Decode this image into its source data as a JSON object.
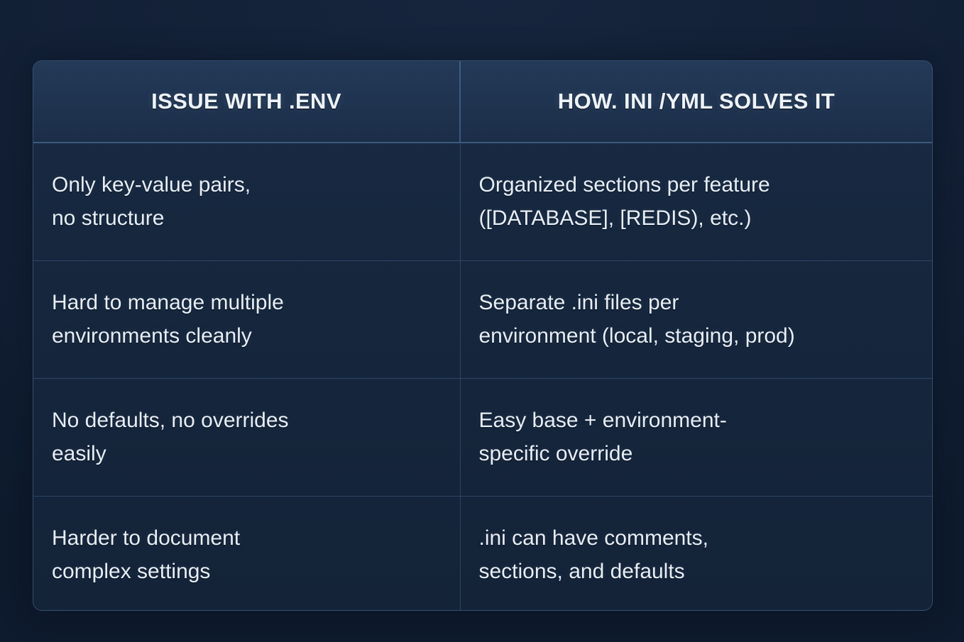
{
  "theme": {
    "page_background": "#121f35",
    "table_background": "#16273e",
    "header_background": "#223755",
    "border_color": "#4a6e9a",
    "text_color": "#e7eef6",
    "header_text_color": "#eef3f9"
  },
  "table": {
    "headers": [
      "ISSUE WITH .ENV",
      "HOW. INI /YML SOLVES IT"
    ],
    "rows": [
      {
        "issue_line1": "Only key-value pairs,",
        "issue_line2": "no structure",
        "solution_line1": "Organized sections per feature",
        "solution_line2": "([DATABASE], [REDIS), etc.)"
      },
      {
        "issue_line1": "Hard to manage multiple",
        "issue_line2": "environments cleanly",
        "solution_line1": "Separate .ini files per",
        "solution_line2": "environment (local, staging, prod)"
      },
      {
        "issue_line1": "No defaults, no overrides",
        "issue_line2": "easily",
        "solution_line1": "Easy base + environment-",
        "solution_line2": "specific override"
      },
      {
        "issue_line1": "Harder to document",
        "issue_line2": "complex settings",
        "solution_line1": ".ini can have comments,",
        "solution_line2": "sections, and defaults"
      }
    ]
  }
}
